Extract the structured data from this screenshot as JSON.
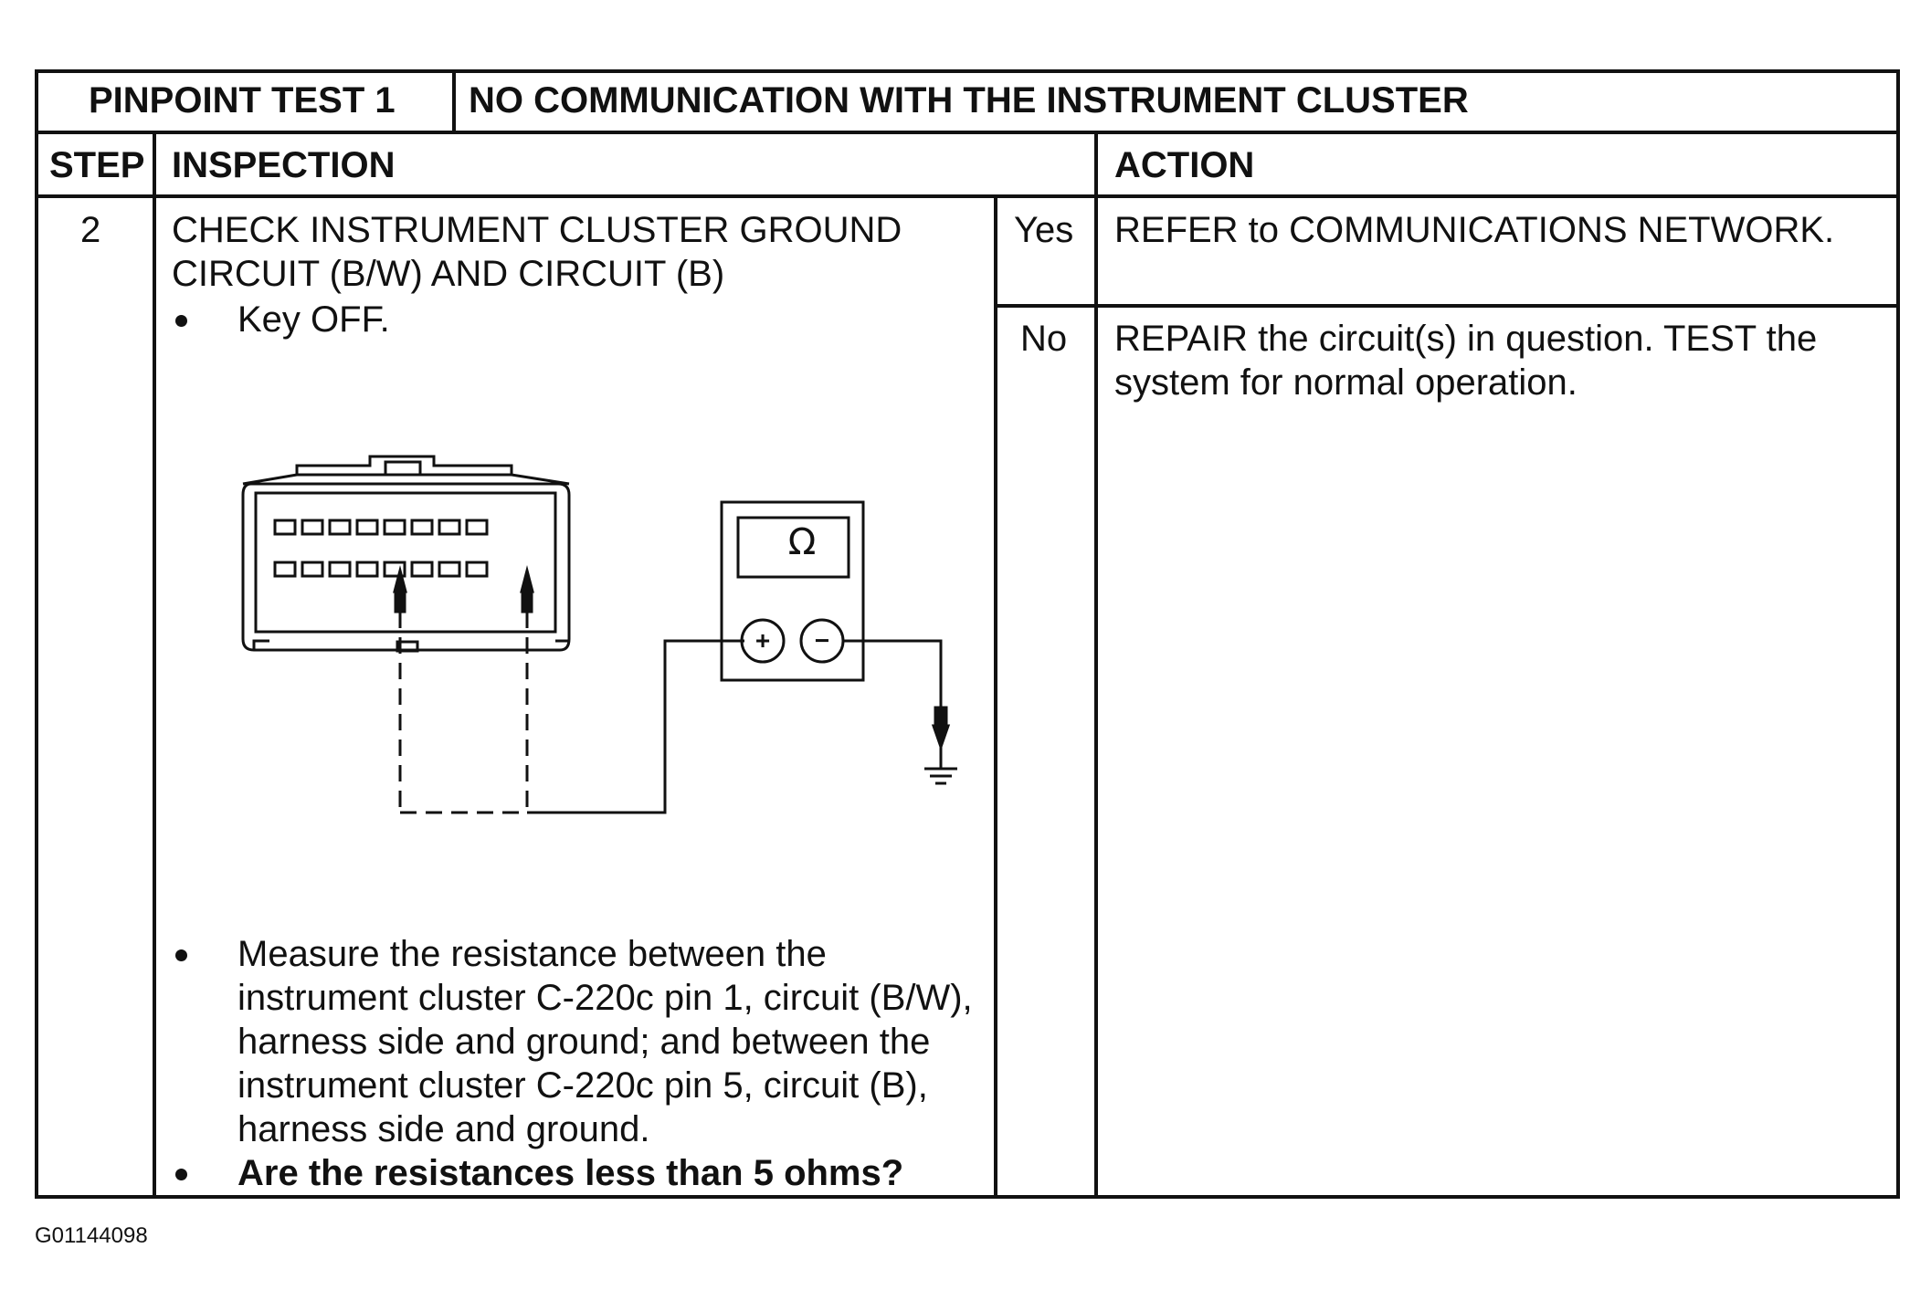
{
  "header": {
    "test_label": "PINPOINT TEST 1",
    "test_title": "NO COMMUNICATION WITH THE INSTRUMENT CLUSTER"
  },
  "columns": {
    "step": "STEP",
    "inspection": "INSPECTION",
    "action": "ACTION"
  },
  "row": {
    "step": "2",
    "check_line1": "CHECK INSTRUMENT CLUSTER GROUND",
    "check_line2": "CIRCUIT (B/W) AND CIRCUIT (B)",
    "bullet1": "Key OFF.",
    "bullet2_lines": [
      "Measure the resistance between the",
      "instrument cluster C-220c pin 1, circuit (B/W),",
      "harness side and ground; and between the",
      "instrument cluster C-220c pin 5, circuit (B),",
      "harness side and ground."
    ],
    "question": "Are the resistances less than 5 ohms?",
    "yes_label": "Yes",
    "no_label": "No",
    "yes_action": "REFER to COMMUNICATIONS NETWORK.",
    "no_action_lines": [
      "REPAIR the circuit(s) in question.  TEST the",
      "system for normal operation."
    ]
  },
  "meter": {
    "symbol": "Ω",
    "plus": "+",
    "minus": "−"
  },
  "figure_id": "G01144098"
}
